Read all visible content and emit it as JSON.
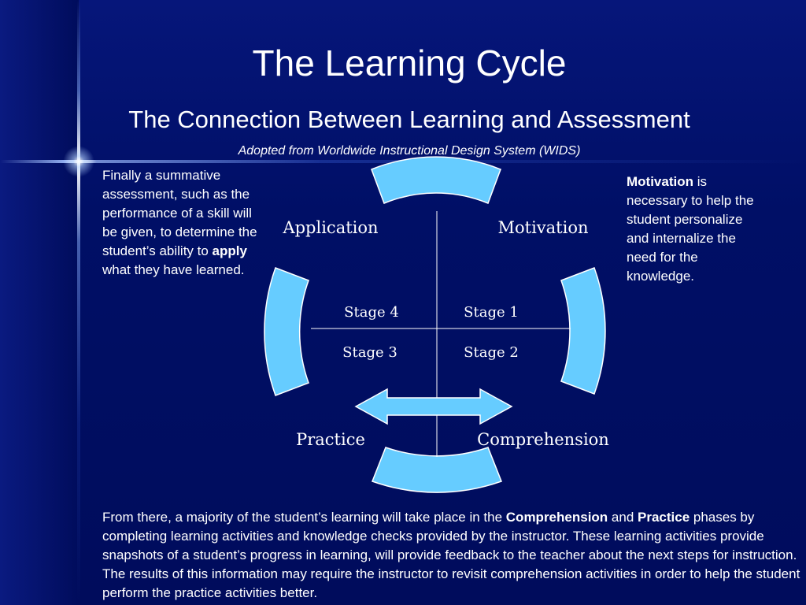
{
  "header": {
    "title": "The Learning Cycle",
    "subtitle": "The Connection Between Learning and Assessment",
    "credit": "Adopted from Worldwide Instructional Design System (WIDS)"
  },
  "left_note": {
    "part1": "Finally a summative assessment, such as the performance of a skill will be given, to determine the student’s ability to ",
    "bold": "apply",
    "part2": " what they have learned."
  },
  "right_note": {
    "bold": "Motivation",
    "part1": " is necessary to help the student personalize and internalize the need for the knowledge."
  },
  "bottom_note": {
    "part1": "From there, a majority of the student’s learning will take place in the ",
    "bold1": "Comprehension",
    "part2": " and ",
    "bold2": "Practice",
    "part3": " phases by completing learning activities and knowledge checks provided by the instructor.   These learning activities provide snapshots of a student’s progress in learning, will provide feedback to the teacher about the next steps for instruction.  The results of this information may require the instructor to revisit comprehension activities in order to help the student perform the practice activities better."
  },
  "diagram": {
    "phases": {
      "application": "Application",
      "motivation": "Motivation",
      "practice": "Practice",
      "comprehension": "Comprehension"
    },
    "stages": {
      "stage4": "Stage 4",
      "stage1": "Stage 1",
      "stage3": "Stage 3",
      "stage2": "Stage 2"
    }
  },
  "colors": {
    "background": "#000f66",
    "segment_fill": "#66ccff",
    "segment_stroke": "#ffffff",
    "text": "#ffffff"
  }
}
